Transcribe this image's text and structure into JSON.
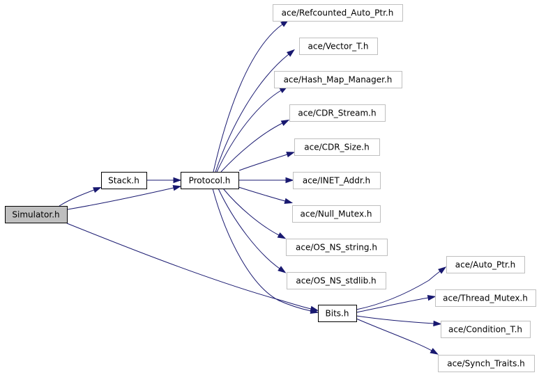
{
  "colors": {
    "edge": "#191970",
    "root_fill": "#bfbfbf",
    "root_border": "#000000",
    "internal_border": "#000000",
    "leaf_border": "#bfbfbf",
    "node_fill": "#ffffff"
  },
  "nodes": [
    {
      "id": "simulator",
      "label": "Simulator.h",
      "kind": "root"
    },
    {
      "id": "stack",
      "label": "Stack.h",
      "kind": "internal"
    },
    {
      "id": "protocol",
      "label": "Protocol.h",
      "kind": "internal"
    },
    {
      "id": "bits",
      "label": "Bits.h",
      "kind": "internal"
    },
    {
      "id": "refcounted",
      "label": "ace/Refcounted_Auto_Ptr.h",
      "kind": "leaf"
    },
    {
      "id": "vector",
      "label": "ace/Vector_T.h",
      "kind": "leaf"
    },
    {
      "id": "hashmap",
      "label": "ace/Hash_Map_Manager.h",
      "kind": "leaf"
    },
    {
      "id": "cdrstream",
      "label": "ace/CDR_Stream.h",
      "kind": "leaf"
    },
    {
      "id": "cdrsize",
      "label": "ace/CDR_Size.h",
      "kind": "leaf"
    },
    {
      "id": "inetaddr",
      "label": "ace/INET_Addr.h",
      "kind": "leaf"
    },
    {
      "id": "nullmutex",
      "label": "ace/Null_Mutex.h",
      "kind": "leaf"
    },
    {
      "id": "osstring",
      "label": "ace/OS_NS_string.h",
      "kind": "leaf"
    },
    {
      "id": "osstdlib",
      "label": "ace/OS_NS_stdlib.h",
      "kind": "leaf"
    },
    {
      "id": "autoptr",
      "label": "ace/Auto_Ptr.h",
      "kind": "leaf"
    },
    {
      "id": "threadmutex",
      "label": "ace/Thread_Mutex.h",
      "kind": "leaf"
    },
    {
      "id": "condition",
      "label": "ace/Condition_T.h",
      "kind": "leaf"
    },
    {
      "id": "synchtraits",
      "label": "ace/Synch_Traits.h",
      "kind": "leaf"
    }
  ],
  "edges": [
    {
      "from": "simulator",
      "to": "stack"
    },
    {
      "from": "simulator",
      "to": "protocol"
    },
    {
      "from": "simulator",
      "to": "bits"
    },
    {
      "from": "stack",
      "to": "protocol"
    },
    {
      "from": "protocol",
      "to": "refcounted"
    },
    {
      "from": "protocol",
      "to": "vector"
    },
    {
      "from": "protocol",
      "to": "hashmap"
    },
    {
      "from": "protocol",
      "to": "cdrstream"
    },
    {
      "from": "protocol",
      "to": "cdrsize"
    },
    {
      "from": "protocol",
      "to": "inetaddr"
    },
    {
      "from": "protocol",
      "to": "nullmutex"
    },
    {
      "from": "protocol",
      "to": "osstring"
    },
    {
      "from": "protocol",
      "to": "osstdlib"
    },
    {
      "from": "protocol",
      "to": "bits"
    },
    {
      "from": "bits",
      "to": "autoptr"
    },
    {
      "from": "bits",
      "to": "threadmutex"
    },
    {
      "from": "bits",
      "to": "condition"
    },
    {
      "from": "bits",
      "to": "synchtraits"
    }
  ]
}
